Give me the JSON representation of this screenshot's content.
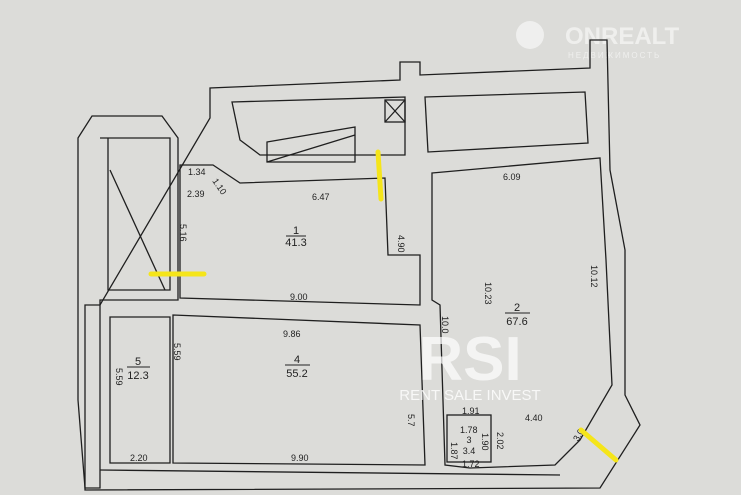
{
  "watermarks": {
    "top_brand": "ONREALT",
    "top_sub": "НЕДВИЖИМОСТЬ",
    "center_logo": "RSI",
    "center_sub": "RENT SALE INVEST"
  },
  "rooms": [
    {
      "number": "1",
      "area": "41.3"
    },
    {
      "number": "2",
      "area": "67.6"
    },
    {
      "number": "3",
      "area": "3.4"
    },
    {
      "number": "4",
      "area": "55.2"
    },
    {
      "number": "5",
      "area": "12.3"
    }
  ],
  "dimensions": {
    "d134": "1.34",
    "d239": "2.39",
    "d110": "1.10",
    "d647": "6.47",
    "d516": "5.16",
    "d490": "4.90",
    "d609": "6.09",
    "d1012": "10.12",
    "d1023": "10.23",
    "d100": "10.0",
    "d900": "9.00",
    "d986": "9.86",
    "d559a": "5.59",
    "d559b": "5.59",
    "d220": "2.20",
    "d990": "9.90",
    "d57": "5.7",
    "d191": "1.91",
    "d440": "4.40",
    "d178": "1.78",
    "d187": "1.87",
    "d190": "1.90",
    "d202": "2.02",
    "d172": "1.72",
    "d3": "3.0"
  },
  "highlight_color": "#f5e51a"
}
